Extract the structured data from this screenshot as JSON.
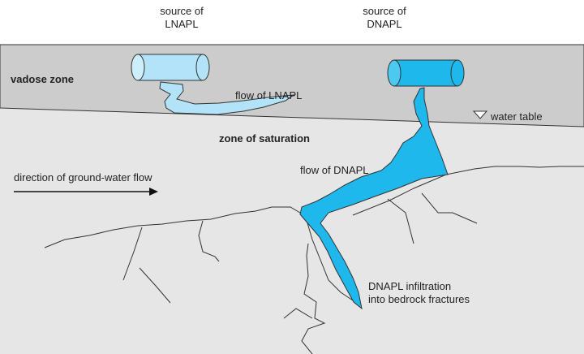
{
  "labels": {
    "source_lnapl_1": "source of",
    "source_lnapl_2": "LNAPL",
    "source_dnapl_1": "source of",
    "source_dnapl_2": "DNAPL",
    "vadose_zone": "vadose zone",
    "flow_lnapl": "flow of LNAPL",
    "water_table": "water table",
    "zone_saturation": "zone of saturation",
    "gw_flow_direction": "direction of ground-water flow",
    "flow_dnapl": "flow of DNAPL",
    "infiltration_1": "DNAPL infiltration",
    "infiltration_2": "into bedrock fractures"
  },
  "colors": {
    "vadose_zone_fill": "#cccccc",
    "saturation_zone_fill": "#e6e6e6",
    "lnapl_fill": "#b3e3f8",
    "dnapl_fill": "#1fb8ec",
    "line": "#333333"
  }
}
